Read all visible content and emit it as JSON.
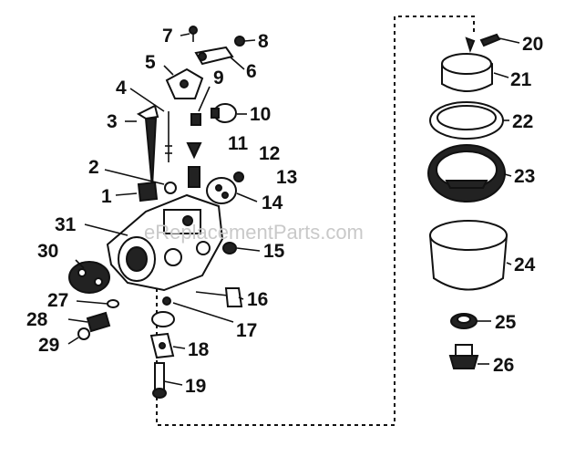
{
  "watermark": "eReplacementParts.com",
  "callouts": [
    "1",
    "2",
    "3",
    "4",
    "5",
    "6",
    "7",
    "8",
    "9",
    "10",
    "11",
    "12",
    "13",
    "14",
    "15",
    "16",
    "17",
    "18",
    "19",
    "20",
    "21",
    "22",
    "23",
    "24",
    "25",
    "26",
    "27",
    "28",
    "29",
    "30",
    "31"
  ]
}
